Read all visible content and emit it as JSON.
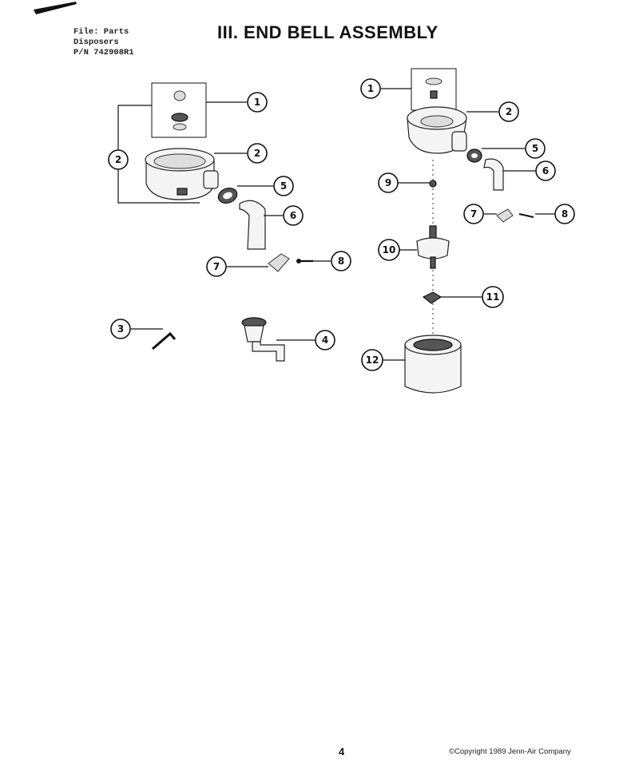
{
  "header": {
    "file_line1": "File: Parts",
    "file_line2": "Disposers",
    "file_line3": "P/N 742908R1",
    "title": "III. END BELL ASSEMBLY"
  },
  "footer": {
    "page_number": "4",
    "copyright": "©Copyright 1989 Jenn-Air Company"
  },
  "callouts": {
    "left_1": "1",
    "left_2_box": "2",
    "left_2": "2",
    "left_5": "5",
    "left_6": "6",
    "left_7": "7",
    "left_8": "8",
    "left_3": "3",
    "left_4": "4",
    "right_1": "1",
    "right_2": "2",
    "right_5": "5",
    "right_6": "6",
    "right_9": "9",
    "right_7": "7",
    "right_8": "8",
    "right_10": "10",
    "right_11": "11",
    "right_12": "12"
  }
}
